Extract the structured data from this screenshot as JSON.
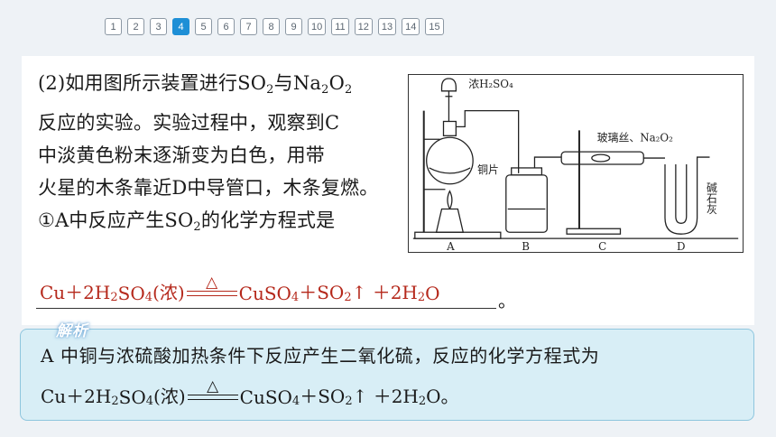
{
  "pager": {
    "pages": [
      "1",
      "2",
      "3",
      "4",
      "5",
      "6",
      "7",
      "8",
      "9",
      "10",
      "11",
      "12",
      "13",
      "14",
      "15"
    ],
    "active_index": 3
  },
  "question": {
    "part": "(2)如用图所示装置进行SO",
    "p1_sub": "2",
    "p1_mid": "与Na",
    "p1_sub2": "2",
    "p1_o": "O",
    "p1_sub3": "2",
    "line2": "反应的实验。实验过程中，观察到C",
    "line3": "中淡黄色粉末逐渐变为白色，用带",
    "line4": "火星的木条靠近D中导管口，木条复燃。",
    "line5_a": "①A中反应产生SO",
    "line5_sub": "2",
    "line5_b": "的化学方程式是"
  },
  "answer": {
    "left": "Cu＋2H",
    "s1": "2",
    "mid1": "SO",
    "s2": "4",
    "mid2": "(浓)",
    "condition": "△",
    "right1": "CuSO",
    "s3": "4",
    "right2": "＋SO",
    "s4": "2",
    "right3": "↑ ＋2H",
    "s5": "2",
    "right4": "O",
    "period": "。"
  },
  "diagram": {
    "label_acid": "浓H₂SO₄",
    "label_copper": "铜片",
    "label_glass": "玻璃丝、Na₂O₂",
    "label_soda": "碱石灰",
    "label_A": "A",
    "label_B": "B",
    "label_C": "C",
    "label_D": "D"
  },
  "analysis": {
    "tag": "解析",
    "text": "A 中铜与浓硫酸加热条件下反应产生二氧化硫，反应的化学方程式为",
    "eq_left": "Cu＋2H",
    "s1": "2",
    "mid1": "SO",
    "s2": "4",
    "mid2": "(浓)",
    "condition": "△",
    "right1": "CuSO",
    "s3": "4",
    "right2": "＋SO",
    "s4": "2",
    "right3": "↑ ＋2H",
    "s5": "2",
    "right4": "O。"
  },
  "colors": {
    "answer": "#b5281b",
    "active_page": "#1e8fd6",
    "analysis_bg": "#d8eef6"
  }
}
